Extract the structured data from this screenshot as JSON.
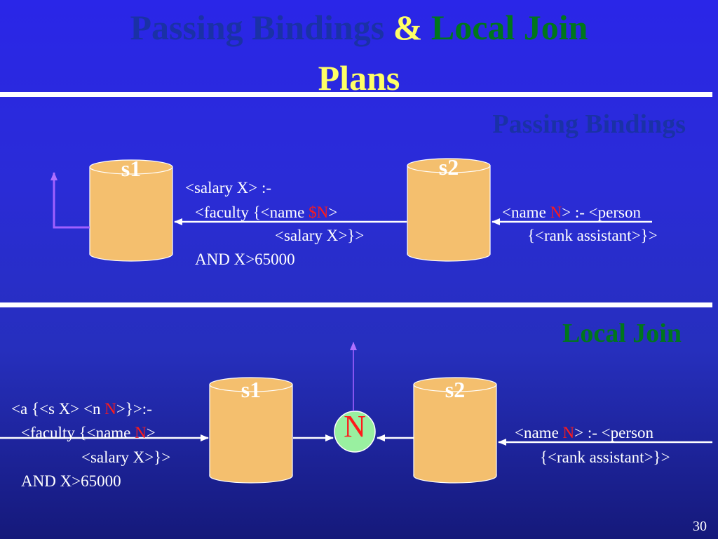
{
  "title": {
    "part1": "Passing Bindings",
    "ampersand": "&",
    "part2": "Local Join",
    "line2": "Plans"
  },
  "colors": {
    "title_blue": "#1a31a6",
    "yellow": "#ffff66",
    "green": "#00761c",
    "red": "#ff1a1a",
    "cylinder_fill": "#f4bf6e",
    "node_fill": "#99f0a0",
    "purple_arrow": "#a060ff"
  },
  "section1": {
    "heading": "Passing Bindings",
    "s1": "s1",
    "s2": "s2",
    "query_s1": {
      "line1": "<salary X> :-",
      "line2_pre": "<faculty {<name ",
      "line2_var": "$N",
      "line2_post": ">",
      "line3": "<salary X>}>",
      "line4": "AND X>65000"
    },
    "query_s2": {
      "line1_pre": "<name ",
      "line1_var": "N",
      "line1_post": "> :- <person",
      "line2": "{<rank assistant>}>"
    }
  },
  "section2": {
    "heading": "Local Join",
    "s1": "s1",
    "s2": "s2",
    "join_node": "N",
    "query_s1": {
      "line1_pre": "<a {<s X> <n ",
      "line1_var": "N",
      "line1_post": ">}>:-",
      "line2_pre": "<faculty {<name ",
      "line2_var": "N",
      "line2_post": ">",
      "line3": "<salary X>}>",
      "line4": "AND X>65000"
    },
    "query_s2": {
      "line1_pre": "<name ",
      "line1_var": "N",
      "line1_post": "> :- <person",
      "line2": "{<rank assistant>}>"
    }
  },
  "page_number": "30"
}
